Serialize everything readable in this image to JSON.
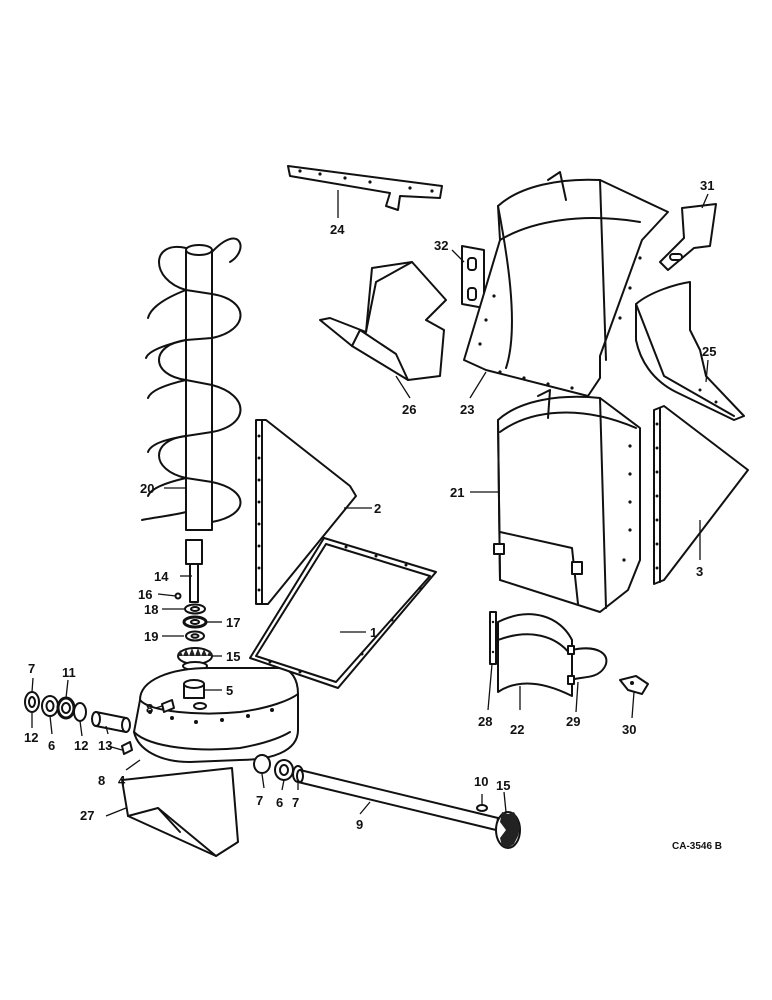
{
  "diagram": {
    "reference_code": "CA-3546 B",
    "callouts": {
      "c1": "1",
      "c2": "2",
      "c3": "3",
      "c4": "4",
      "c5": "5",
      "c6a": "6",
      "c6b": "6",
      "c7a": "7",
      "c7b": "7",
      "c7c": "7",
      "c8a": "8",
      "c8b": "8",
      "c9": "9",
      "c10": "10",
      "c11": "11",
      "c12a": "12",
      "c12b": "12",
      "c13": "13",
      "c14": "14",
      "c15a": "15",
      "c15b": "15",
      "c16": "16",
      "c17": "17",
      "c18": "18",
      "c19": "19",
      "c20": "20",
      "c21": "21",
      "c22": "22",
      "c23": "23",
      "c24": "24",
      "c25": "25",
      "c26": "26",
      "c27": "27",
      "c28": "28",
      "c29": "29",
      "c30": "30",
      "c31": "31",
      "c32": "32"
    }
  }
}
